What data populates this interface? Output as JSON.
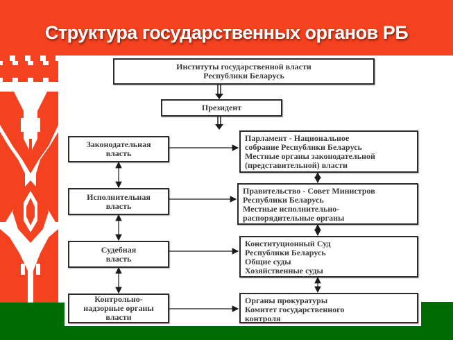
{
  "slide": {
    "title": "Структура государственных органов РБ",
    "colors": {
      "header_red": "#f4411f",
      "flag_green": "#006b00",
      "ornament_red": "#f4411f",
      "box_border": "#2b2b2b",
      "text": "#3a3a3a"
    }
  },
  "diagram": {
    "root": {
      "lines": [
        "Институты государственной власти",
        "Республики Беларусь"
      ]
    },
    "president": {
      "lines": [
        "Президент"
      ]
    },
    "branches": [
      {
        "lines": [
          "Законодательная",
          "власть"
        ],
        "bodies": [
          "Парламент - Национальное",
          "собрание Республики Беларусь",
          "Местные органы законодательной",
          "(представительной) власти"
        ]
      },
      {
        "lines": [
          "Исполнительная",
          "власть"
        ],
        "bodies": [
          "Правительство - Совет Министров",
          "Республики Беларусь",
          "Местные исполнительно-",
          "распорядительные органы"
        ]
      },
      {
        "lines": [
          "Судебная",
          "власть"
        ],
        "bodies": [
          "Конституционный Суд",
          "Республики Беларусь",
          "Общие суды",
          "Хозяйственные суды"
        ]
      },
      {
        "lines": [
          "Контрольно-",
          "надзорные органы",
          "власти"
        ],
        "bodies": [
          "Органы прокуратуры",
          "Комитет государственного",
          "контроля"
        ]
      }
    ]
  }
}
